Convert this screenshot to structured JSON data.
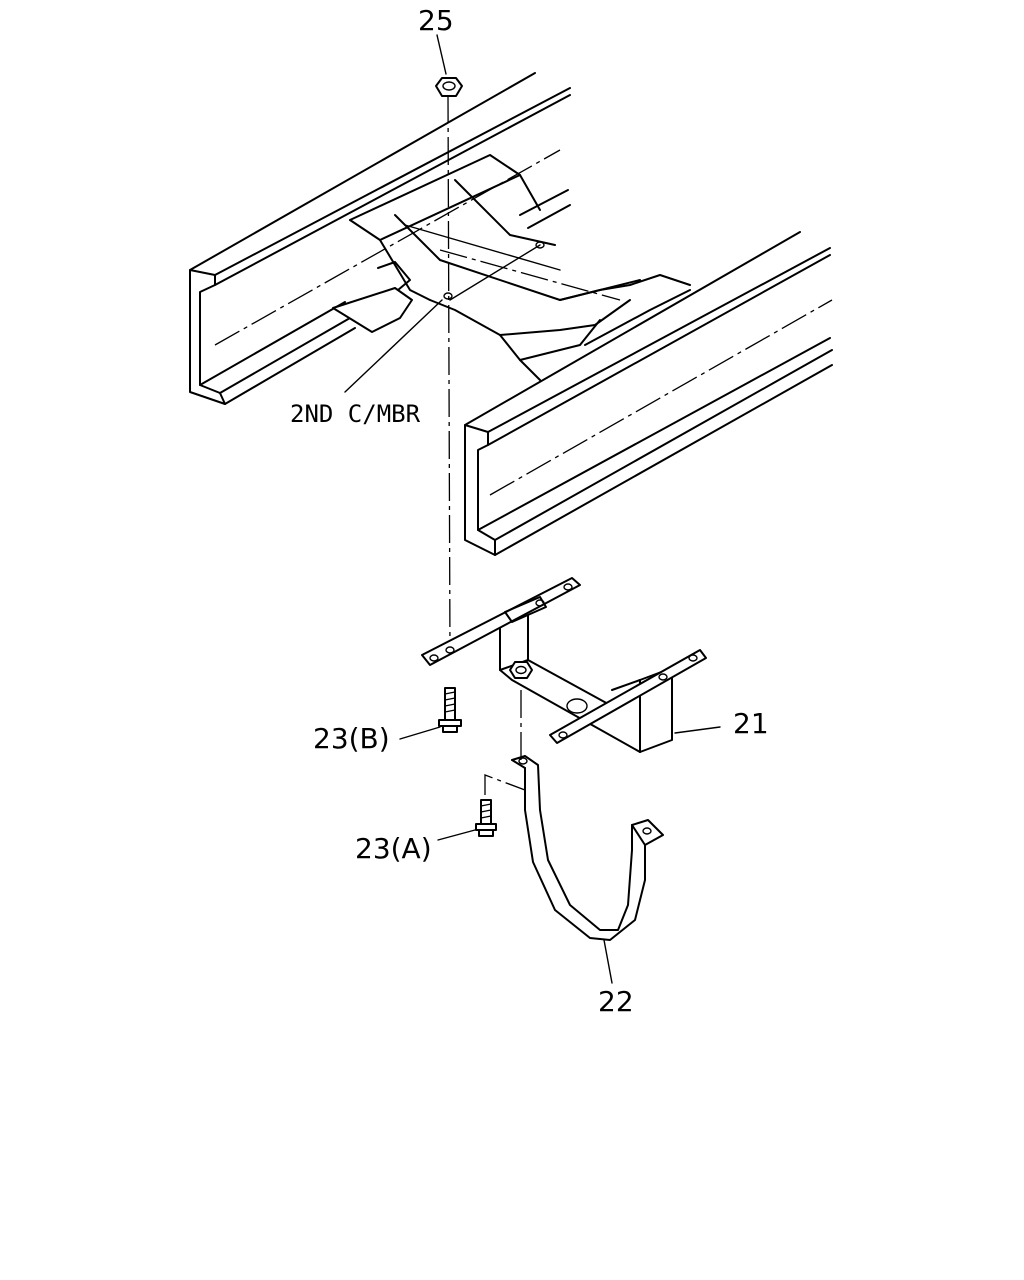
{
  "labels": {
    "part_25": "25",
    "cross_member": "2ND C/MBR",
    "part_21": "21",
    "part_23b": "23(B)",
    "part_23a": "23(A)",
    "part_22": "22"
  }
}
